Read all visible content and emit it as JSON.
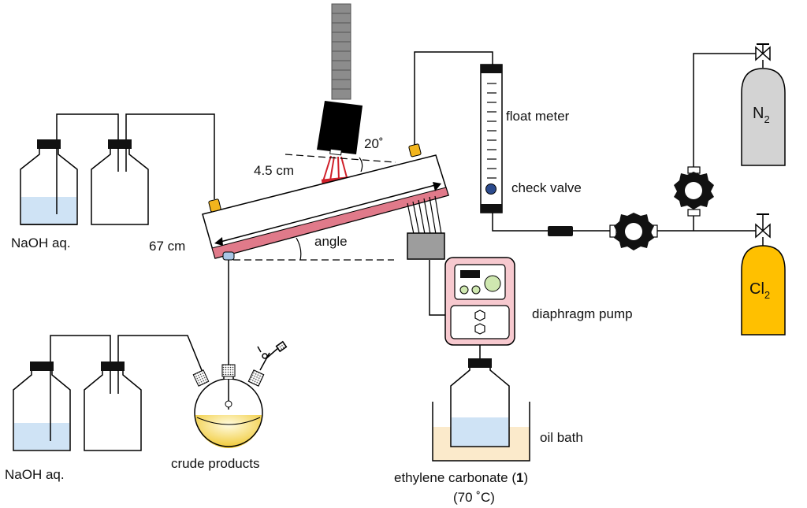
{
  "labels": {
    "naoh_top": "NaOH aq.",
    "naoh_bottom": "NaOH aq.",
    "length": "67 cm",
    "width": "4.5 cm",
    "lamp_angle": "20˚",
    "angle": "angle",
    "float_meter": "float meter",
    "check_valve": "check valve",
    "n2_main": "N",
    "n2_sub": "2",
    "cl2_main": "Cl",
    "cl2_sub": "2",
    "diaphragm_pump": "diaphragm pump",
    "oil_bath": "oil bath",
    "crude_products": "crude products",
    "ec_prefix": "ethylene carbonate (",
    "ec_num": "1",
    "ec_suffix": ")",
    "ec_temp": "(70 ˚C)"
  },
  "colors": {
    "naoh_liquid": "#cfe3f5",
    "reactor_stripe": "#e07a8a",
    "n2_cylinder": "#d3d3d3",
    "cl2_cylinder": "#ffc000",
    "pump_body": "#f7c9cf",
    "oil_bath": "#fbeacb",
    "ec_liquid": "#cfe3f5",
    "flask_fill": "#f5d24b",
    "port_caps": "#f2b51d",
    "lamp_body": "#000000",
    "lamp_fan": "#8c8c8c",
    "lamp_beam": "#d0202a",
    "check_ball": "#2b4a8c"
  },
  "icons": [
    "gas-trap-bottle",
    "gas-cylinder",
    "needle-valve",
    "regulator",
    "lamp",
    "fan-heatsink",
    "round-bottom-flask",
    "diaphragm-pump",
    "float-meter"
  ]
}
